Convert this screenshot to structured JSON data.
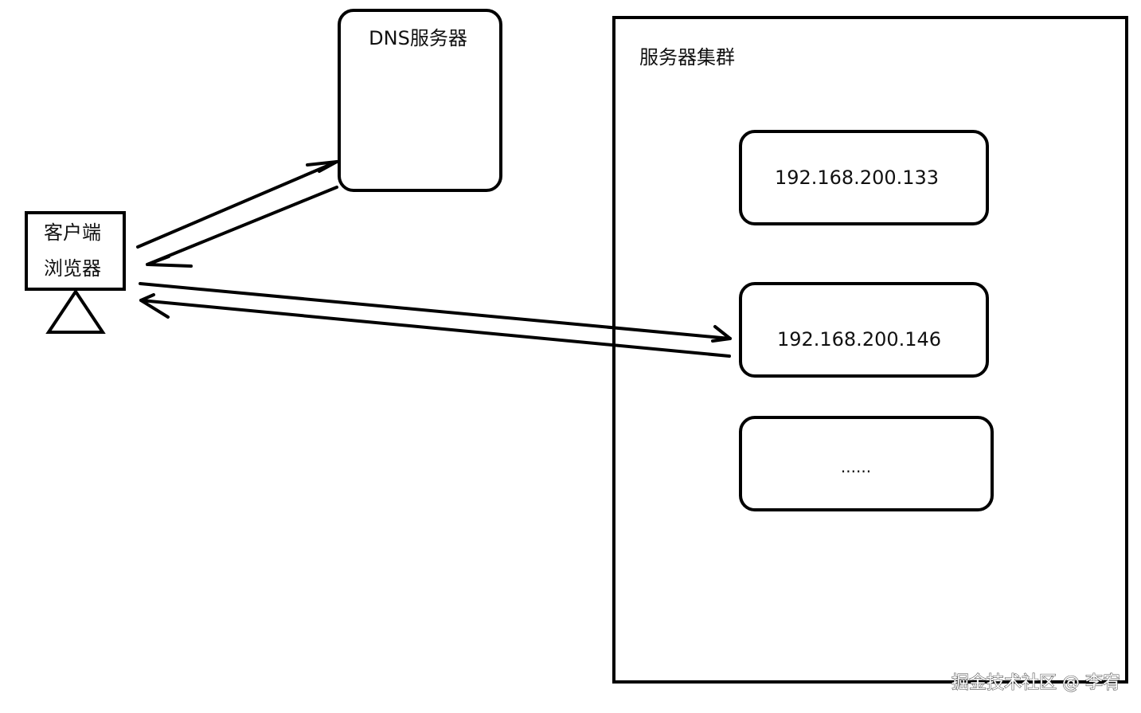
{
  "client": {
    "line1": "客户端",
    "line2": "浏览器"
  },
  "dns": {
    "label": "DNS服务器"
  },
  "cluster": {
    "label": "服务器集群",
    "servers": [
      {
        "label": "192.168.200.133"
      },
      {
        "label": "192.168.200.146"
      },
      {
        "label": "......"
      }
    ]
  },
  "watermark": {
    "text": "掘金技术社区 @ 李宥"
  }
}
